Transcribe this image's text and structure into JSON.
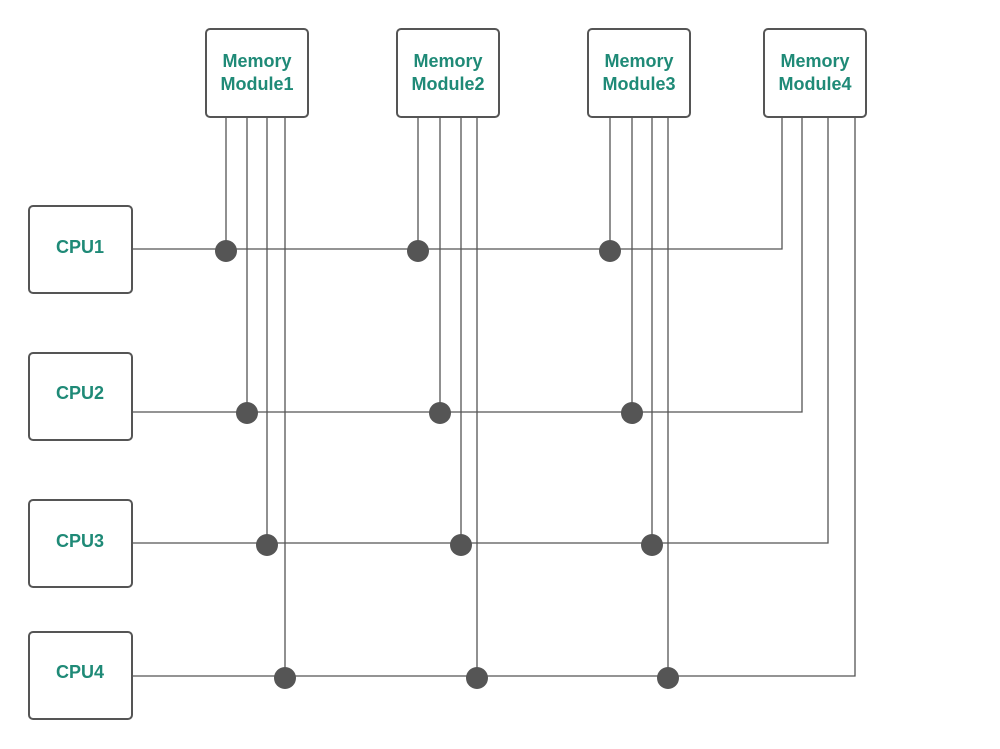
{
  "memory_modules": [
    {
      "line1": "Memory",
      "line2": "Module1"
    },
    {
      "line1": "Memory",
      "line2": "Module2"
    },
    {
      "line1": "Memory",
      "line2": "Module3"
    },
    {
      "line1": "Memory",
      "line2": "Module4"
    }
  ],
  "cpus": [
    {
      "label": "CPU1"
    },
    {
      "label": "CPU2"
    },
    {
      "label": "CPU3"
    },
    {
      "label": "CPU4"
    }
  ],
  "connections": [
    {
      "cpu": 1,
      "memory": 1
    },
    {
      "cpu": 1,
      "memory": 2
    },
    {
      "cpu": 1,
      "memory": 3
    },
    {
      "cpu": 1,
      "memory": 4
    },
    {
      "cpu": 2,
      "memory": 1
    },
    {
      "cpu": 2,
      "memory": 2
    },
    {
      "cpu": 2,
      "memory": 3
    },
    {
      "cpu": 2,
      "memory": 4
    },
    {
      "cpu": 3,
      "memory": 1
    },
    {
      "cpu": 3,
      "memory": 2
    },
    {
      "cpu": 3,
      "memory": 3
    },
    {
      "cpu": 3,
      "memory": 4
    },
    {
      "cpu": 4,
      "memory": 1
    },
    {
      "cpu": 4,
      "memory": 2
    },
    {
      "cpu": 4,
      "memory": 3
    },
    {
      "cpu": 4,
      "memory": 4
    }
  ],
  "colors": {
    "label_text": "#1f8a77",
    "line": "#555555",
    "box_border": "#555555",
    "junction": "#555555"
  }
}
